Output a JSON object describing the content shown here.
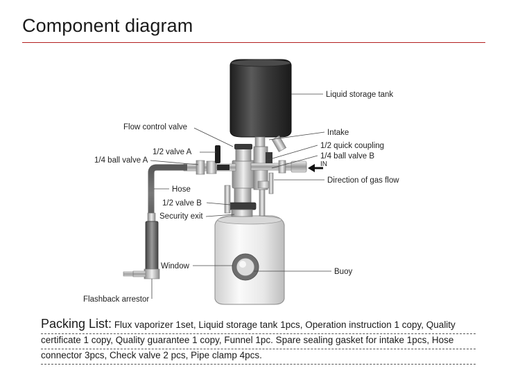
{
  "title": "Component diagram",
  "labels": {
    "liquid_storage_tank": "Liquid storage tank",
    "flow_control_valve": "Flow control valve",
    "intake": "Intake",
    "half_valve_a": "1/2 valve A",
    "half_quick_coupling": "1/2  quick coupling",
    "quarter_ball_valve_a": "1/4 ball valve A",
    "quarter_ball_valve_b": "1/4 ball valve B",
    "in": "IN",
    "hose": "Hose",
    "direction_of_gas_flow": "Direction of gas flow",
    "half_valve_b": "1/2 valve B",
    "security_exit": "Security exit",
    "window": "Window",
    "buoy": "Buoy",
    "flashback_arrestor": "Flashback arrestor"
  },
  "packing": {
    "heading": "Packing List:",
    "text": " Flux vaporizer 1set, Liquid storage tank 1pcs, Operation instruction 1 copy, Quality certificate 1 copy, Quality guarantee 1 copy, Funnel 1pc. Spare sealing gasket for intake 1pcs, Hose connector 3pcs, Check valve 2 pcs, Pipe clamp 4pcs."
  },
  "colors": {
    "title_rule": "#b31d1d",
    "tank": "#3a3a3a",
    "body": "#f0f0f0"
  }
}
